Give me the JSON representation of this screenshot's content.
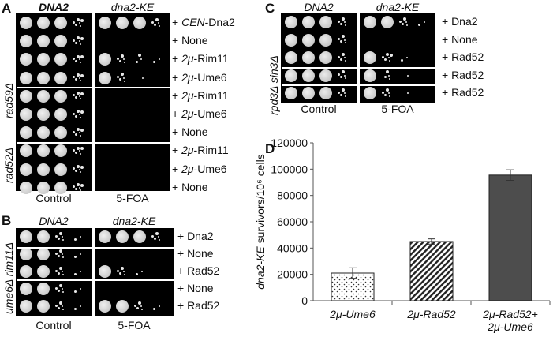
{
  "panelA": {
    "letter": "A",
    "col_headers": [
      "DNA2",
      "dna2-KE"
    ],
    "conditions": [
      "Control",
      "5-FOA"
    ],
    "strain_labels": [
      "rad59Δ",
      "rad52Δ"
    ],
    "rows": [
      {
        "prefix": "+ ",
        "italic": "CEN",
        "rest": "-Dna2"
      },
      {
        "prefix": "+ None",
        "italic": "",
        "rest": ""
      },
      {
        "prefix": "+ ",
        "italic": "2μ",
        "rest": "-Rim11"
      },
      {
        "prefix": "+ ",
        "italic": "2μ",
        "rest": "-Ume6"
      },
      {
        "prefix": "+ ",
        "italic": "2μ",
        "rest": "-Rim11"
      },
      {
        "prefix": "+ ",
        "italic": "2μ",
        "rest": "-Ume6"
      },
      {
        "prefix": "+ None",
        "italic": "",
        "rest": ""
      },
      {
        "prefix": "+ ",
        "italic": "2μ",
        "rest": "-Rim11"
      },
      {
        "prefix": "+ ",
        "italic": "2μ",
        "rest": "-Ume6"
      },
      {
        "prefix": "+ None",
        "italic": "",
        "rest": ""
      }
    ]
  },
  "panelB": {
    "letter": "B",
    "col_headers": [
      "DNA2",
      "dna2-KE"
    ],
    "conditions": [
      "Control",
      "5-FOA"
    ],
    "strain_label": "ume6Δ rim11Δ",
    "rows": [
      "+ Dna2",
      "+ None",
      "+ Rad52",
      "+ None",
      "+ Rad52"
    ]
  },
  "panelC": {
    "letter": "C",
    "col_headers": [
      "DNA2",
      "dna2-KE"
    ],
    "conditions": [
      "Control",
      "5-FOA"
    ],
    "strain_label": "rpd3Δ sin3Δ",
    "rows": [
      "+ Dna2",
      "+ None",
      "+ Rad52",
      "+ Rad52",
      "+ Rad52"
    ]
  },
  "panelD": {
    "letter": "D",
    "chart_data": {
      "type": "bar",
      "ylabel": "dna2-KE survivors/10⁶ cells",
      "ylim": [
        0,
        120000
      ],
      "yticks": [
        0,
        20000,
        40000,
        60000,
        80000,
        100000,
        120000
      ],
      "categories": [
        [
          "2μ-Ume6"
        ],
        [
          "2μ-Rad52"
        ],
        [
          "2μ-Rad52+",
          "2μ-Ume6"
        ]
      ],
      "values": [
        21000,
        45000,
        95500
      ],
      "errors": [
        4000,
        2000,
        4000
      ],
      "bar_styles": [
        "dotted",
        "hatched",
        "solid-gray"
      ]
    }
  }
}
